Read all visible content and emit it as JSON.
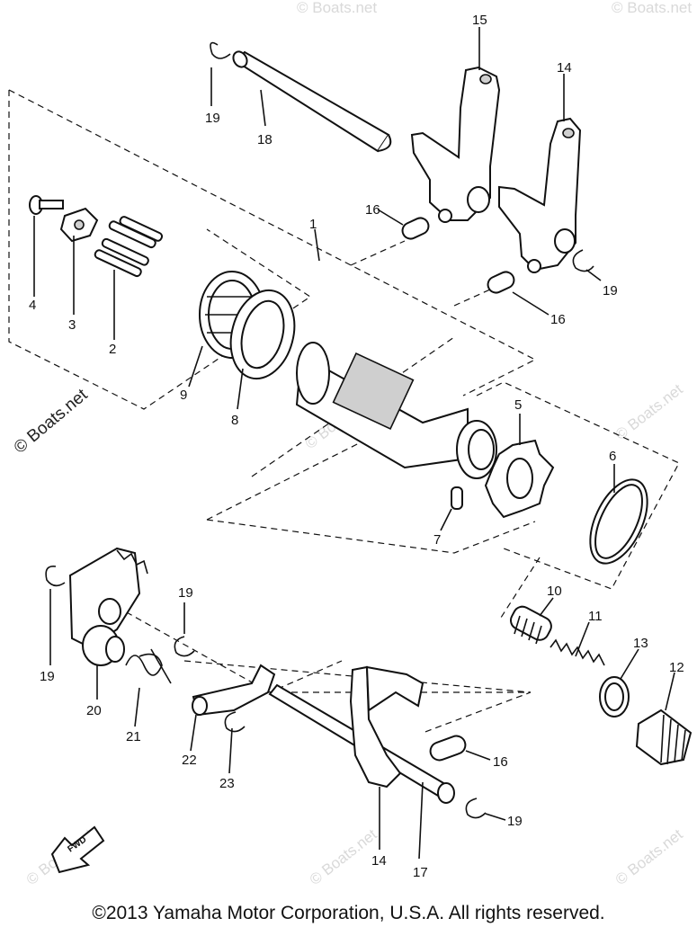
{
  "callouts": {
    "c1": "1",
    "c2": "2",
    "c3": "3",
    "c4": "4",
    "c5": "5",
    "c6": "6",
    "c7": "7",
    "c8": "8",
    "c9": "9",
    "c10": "10",
    "c11": "11",
    "c12": "12",
    "c13": "13",
    "c14a": "14",
    "c14b": "14",
    "c15": "15",
    "c16a": "16",
    "c16b": "16",
    "c16c": "16",
    "c17": "17",
    "c18": "18",
    "c19a": "19",
    "c19b": "19",
    "c19c": "19",
    "c19d": "19",
    "c19e": "19",
    "c20": "20",
    "c21": "21",
    "c22": "22",
    "c23": "23"
  },
  "watermark": {
    "side": "© Boats.net",
    "faint": "© Boats.net"
  },
  "fwd_label": "FWD",
  "copyright": "©2013 Yamaha Motor Corporation, U.S.A. All rights reserved."
}
